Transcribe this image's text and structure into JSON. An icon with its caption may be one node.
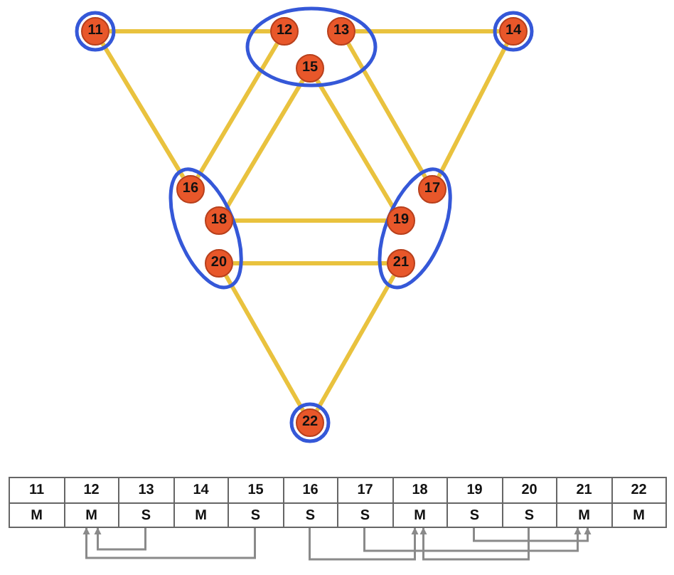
{
  "diagram": {
    "nodes": [
      {
        "text": [],
        "shape": "ellipse"
      },
      {
        "text": [
          "11"
        ],
        "in": 0
      },
      {
        "text": [],
        "shape": "ellipse"
      },
      {
        "text": [
          "12"
        ],
        "in": 2
      },
      {
        "text": [
          "13"
        ],
        "in": 2
      },
      {
        "text": [
          "15"
        ],
        "in": 2
      },
      {
        "text": [],
        "shape": "ellipse"
      },
      {
        "text": [
          "14"
        ],
        "in": 6
      },
      {
        "text": [],
        "shape": "ellipse"
      },
      {
        "text": [
          "16"
        ],
        "in": 8
      },
      {
        "text": [
          "18"
        ],
        "in": 8
      },
      {
        "text": [
          "20"
        ],
        "in": 8
      },
      {
        "text": [],
        "shape": "ellipse"
      },
      {
        "text": [
          "17"
        ],
        "in": 12
      },
      {
        "text": [
          "19"
        ],
        "in": 12
      },
      {
        "text": [
          "21"
        ],
        "in": 12
      },
      {
        "text": [],
        "shape": "ellipse"
      },
      {
        "text": [
          "22"
        ],
        "in": 16
      },
      {
        "text": [
          "11",
          "M"
        ]
      },
      {
        "text": [
          "12",
          "M"
        ]
      },
      {
        "text": [
          "13",
          "S"
        ]
      },
      {
        "text": [
          "14",
          "M"
        ]
      },
      {
        "text": [
          "15",
          "S"
        ]
      },
      {
        "text": [
          "16",
          "S"
        ]
      },
      {
        "text": [
          "17",
          "S"
        ]
      },
      {
        "text": [
          "18",
          "M"
        ]
      },
      {
        "text": [
          "19",
          "S"
        ]
      },
      {
        "text": [
          "20",
          "S"
        ]
      },
      {
        "text": [
          "21",
          "M"
        ]
      },
      {
        "text": [
          "22",
          "M"
        ]
      }
    ],
    "edges": [
      {
        "from": 1,
        "to": 3,
        "arrow": "none"
      },
      {
        "from": 4,
        "to": 7,
        "arrow": "none"
      },
      {
        "from": 1,
        "to": 9,
        "arrow": "none"
      },
      {
        "from": 3,
        "to": 9,
        "arrow": "none"
      },
      {
        "from": 5,
        "to": 10,
        "arrow": "none"
      },
      {
        "from": 5,
        "to": 14,
        "arrow": "none"
      },
      {
        "from": 4,
        "to": 13,
        "arrow": "none"
      },
      {
        "from": 7,
        "to": 13,
        "arrow": "none"
      },
      {
        "from": 10,
        "to": 14,
        "arrow": "none"
      },
      {
        "from": 11,
        "to": 15,
        "arrow": "none"
      },
      {
        "from": 11,
        "to": 17,
        "arrow": "none"
      },
      {
        "from": 15,
        "to": 17,
        "arrow": "none"
      },
      {
        "from": 20,
        "to": 19,
        "arrow": "to",
        "color": "#8a8a8a"
      },
      {
        "from": 22,
        "to": 19,
        "arrow": "to",
        "color": "#8a8a8a"
      },
      {
        "from": 23,
        "to": 25,
        "arrow": "to",
        "color": "#8a8a8a"
      },
      {
        "from": 24,
        "to": 28,
        "arrow": "to",
        "color": "#8a8a8a"
      },
      {
        "from": 26,
        "to": 28,
        "arrow": "to",
        "color": "#8a8a8a"
      },
      {
        "from": 27,
        "to": 25,
        "arrow": "to",
        "color": "#8a8a8a"
      }
    ]
  }
}
